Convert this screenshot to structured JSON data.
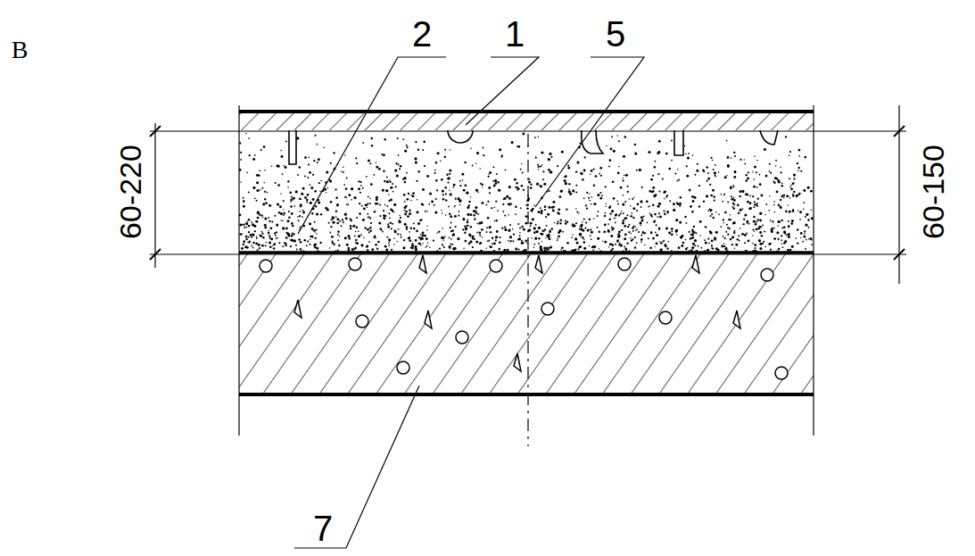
{
  "diagram": {
    "labels": [
      "B",
      "2",
      "1",
      "5",
      "60-220",
      "60-150",
      "7"
    ]
  }
}
